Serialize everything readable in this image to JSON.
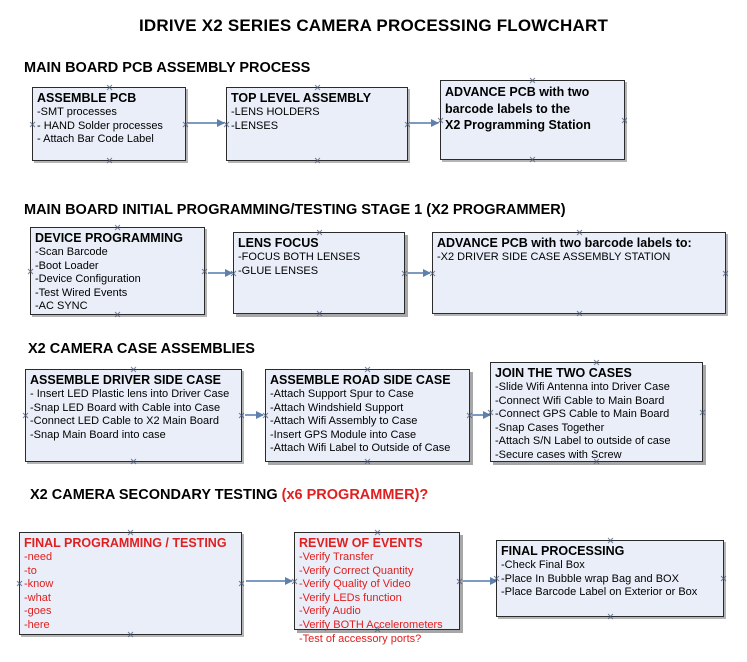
{
  "document": {
    "title": "IDRIVE X2  SERIES CAMERA PROCESSING FLOWCHART"
  },
  "sections": [
    {
      "id": "main-board-pcb-assembly",
      "title": "MAIN BOARD PCB ASSEMBLY PROCESS",
      "nodes": [
        {
          "id": "assemble-pcb",
          "heading": "ASSEMBLE PCB",
          "lines": [
            "-SMT processes",
            "- HAND Solder processes",
            "- Attach Bar Code Label"
          ]
        },
        {
          "id": "top-level-assembly",
          "heading": "TOP LEVEL ASSEMBLY",
          "lines": [
            "-LENS HOLDERS",
            "-LENSES"
          ]
        },
        {
          "id": "advance-pcb-programming-station",
          "heading": "ADVANCE PCB with two",
          "lines": [
            "barcode labels to the",
            " X2 Programming Station"
          ]
        }
      ]
    },
    {
      "id": "main-board-initial-programming",
      "title": "MAIN BOARD INITIAL PROGRAMMING/TESTING STAGE 1 (X2 PROGRAMMER)",
      "nodes": [
        {
          "id": "device-programming",
          "heading": "DEVICE PROGRAMMING",
          "lines": [
            "-Scan Barcode",
            "-Boot Loader",
            "-Device Configuration",
            "-Test Wired Events",
            "-AC SYNC"
          ]
        },
        {
          "id": "lens-focus",
          "heading": "LENS FOCUS",
          "lines": [
            "-FOCUS BOTH LENSES",
            "-GLUE LENSES"
          ]
        },
        {
          "id": "advance-pcb-driver-side-case",
          "heading": "ADVANCE PCB with two barcode labels to:",
          "lines": [
            "-X2 DRIVER  SIDE  CASE  ASSEMBLY STATION"
          ]
        }
      ]
    },
    {
      "id": "x2-camera-case-assemblies",
      "title": "X2 CAMERA CASE ASSEMBLIES",
      "nodes": [
        {
          "id": "assemble-driver-side-case",
          "heading": "ASSEMBLE DRIVER SIDE CASE",
          "lines": [
            "- Insert LED Plastic lens into Driver Case",
            "-Snap LED Board with Cable into Case",
            "-Connect LED Cable to X2 Main Board",
            "-Snap Main Board into case"
          ]
        },
        {
          "id": "assemble-road-side-case",
          "heading": "ASSEMBLE ROAD SIDE CASE",
          "lines": [
            "-Attach Support Spur to Case",
            "-Attach Windshield Support",
            "-Attach Wifi Assembly to Case",
            "-Insert GPS Module into Case",
            "-Attach Wifi Label to Outside of Case"
          ]
        },
        {
          "id": "join-the-two-cases",
          "heading": "JOIN THE TWO CASES",
          "lines": [
            "-Slide Wifi Antenna into Driver Case",
            "-Connect Wifi Cable to Main Board",
            "-Connect GPS Cable to Main Board",
            "-Snap Cases Together",
            "-Attach S/N Label to outside of case",
            "-Secure cases with Screw"
          ]
        }
      ]
    },
    {
      "id": "x2-camera-secondary-testing",
      "title": "X2 CAMERA SECONDARY TESTING ",
      "title_suffix": "(x6 PROGRAMMER)?",
      "nodes": [
        {
          "id": "final-programming-testing",
          "heading": "FINAL PROGRAMMING / TESTING",
          "lines": [
            "-need",
            "-to",
            "-know",
            "-what",
            "-goes",
            "-here"
          ]
        },
        {
          "id": "review-of-events",
          "heading": "REVIEW OF EVENTS",
          "lines": [
            "-Verify Transfer",
            "-Verify Correct Quantity",
            "-Verify Quality of Video",
            "-Verify LEDs function",
            "-Verify Audio",
            "-Verify BOTH Accelerometers",
            "-Test of accessory ports?"
          ]
        },
        {
          "id": "final-processing",
          "heading": "FINAL PROCESSING",
          "lines": [
            " -Check Final Box",
            "-Place In Bubble wrap Bag and BOX",
            "-Place Barcode Label on Exterior or Box"
          ]
        }
      ]
    }
  ],
  "colors": {
    "node_fill": "#e9eef8",
    "node_border": "#2b2b2b",
    "arrow": "#7d9ac0",
    "accent_red": "#e02020",
    "text": "#000000"
  }
}
